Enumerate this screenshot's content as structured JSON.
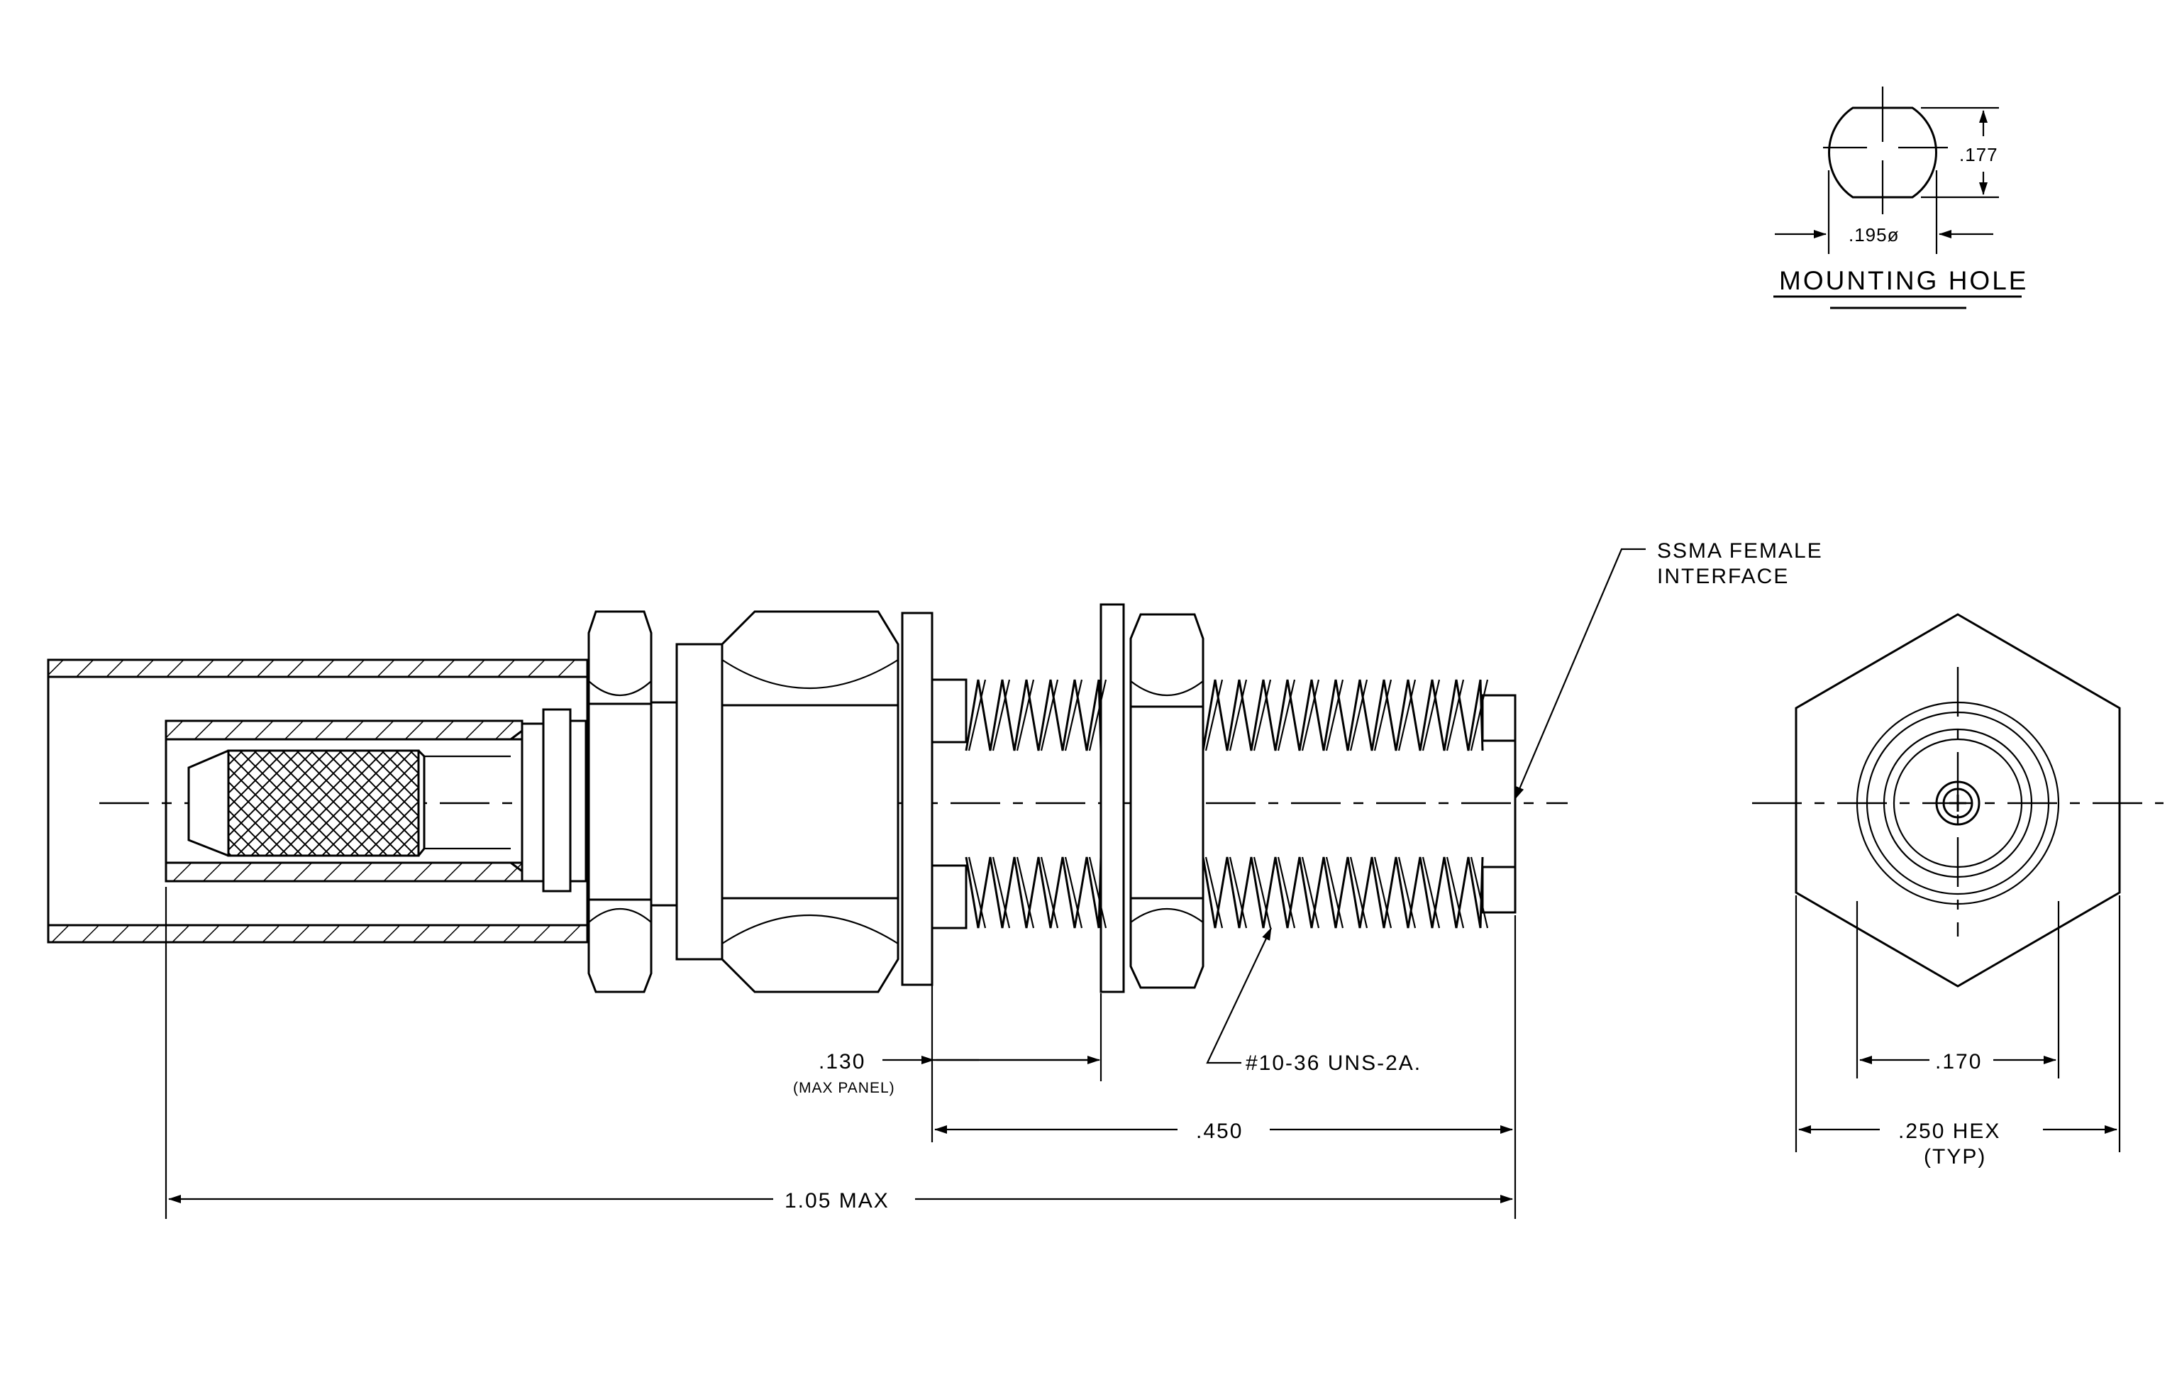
{
  "mounting_hole": {
    "title": "MOUNTING HOLE",
    "flat_dim": ".177",
    "dia_dim": ".195ø"
  },
  "interface_note": {
    "line1": "SSMA FEMALE",
    "line2": "INTERFACE"
  },
  "thread_note": "#10-36 UNS-2A.",
  "dims": {
    "panel": ".130",
    "panel_note": "(MAX PANEL)",
    "thread_length": ".450",
    "overall_length": "1.05 MAX",
    "across_flats": ".170",
    "hex": ".250 HEX",
    "hex_note": "(TYP)"
  }
}
